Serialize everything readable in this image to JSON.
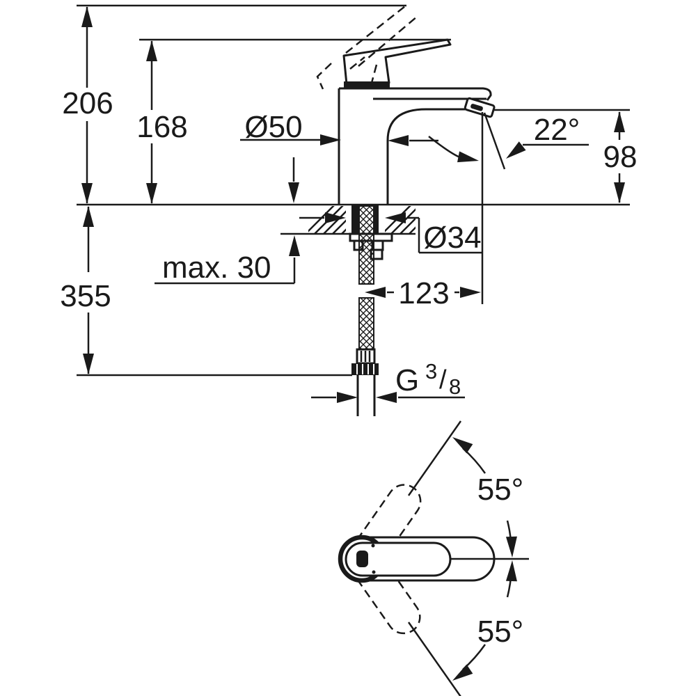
{
  "page": {
    "background": "#ffffff",
    "line_color": "#1a1a1a"
  },
  "drawing": {
    "type": "technical-dimension-drawing",
    "subject": "single-lever basin mixer faucet — side elevation with mounting hose and plan view of handle swing",
    "views": {
      "side_view": "faucet elevation on mounting deck with flexible supply hose",
      "plan_view": "handle rotation range"
    },
    "dimensions": {
      "overall_height": "206",
      "lever_tip_height": "168",
      "body_diameter": "Ø50",
      "spout_angle": "22°",
      "outlet_height": "98",
      "hose_drop": "355",
      "max_deck_thickness": "max. 30",
      "deck_hole_diameter": "Ø34",
      "outlet_offset": "123",
      "thread": {
        "g": "G",
        "numerator": "3",
        "slash": "/",
        "denominator": "8"
      },
      "handle_swing_upper": "55°",
      "handle_swing_lower": "55°"
    }
  }
}
